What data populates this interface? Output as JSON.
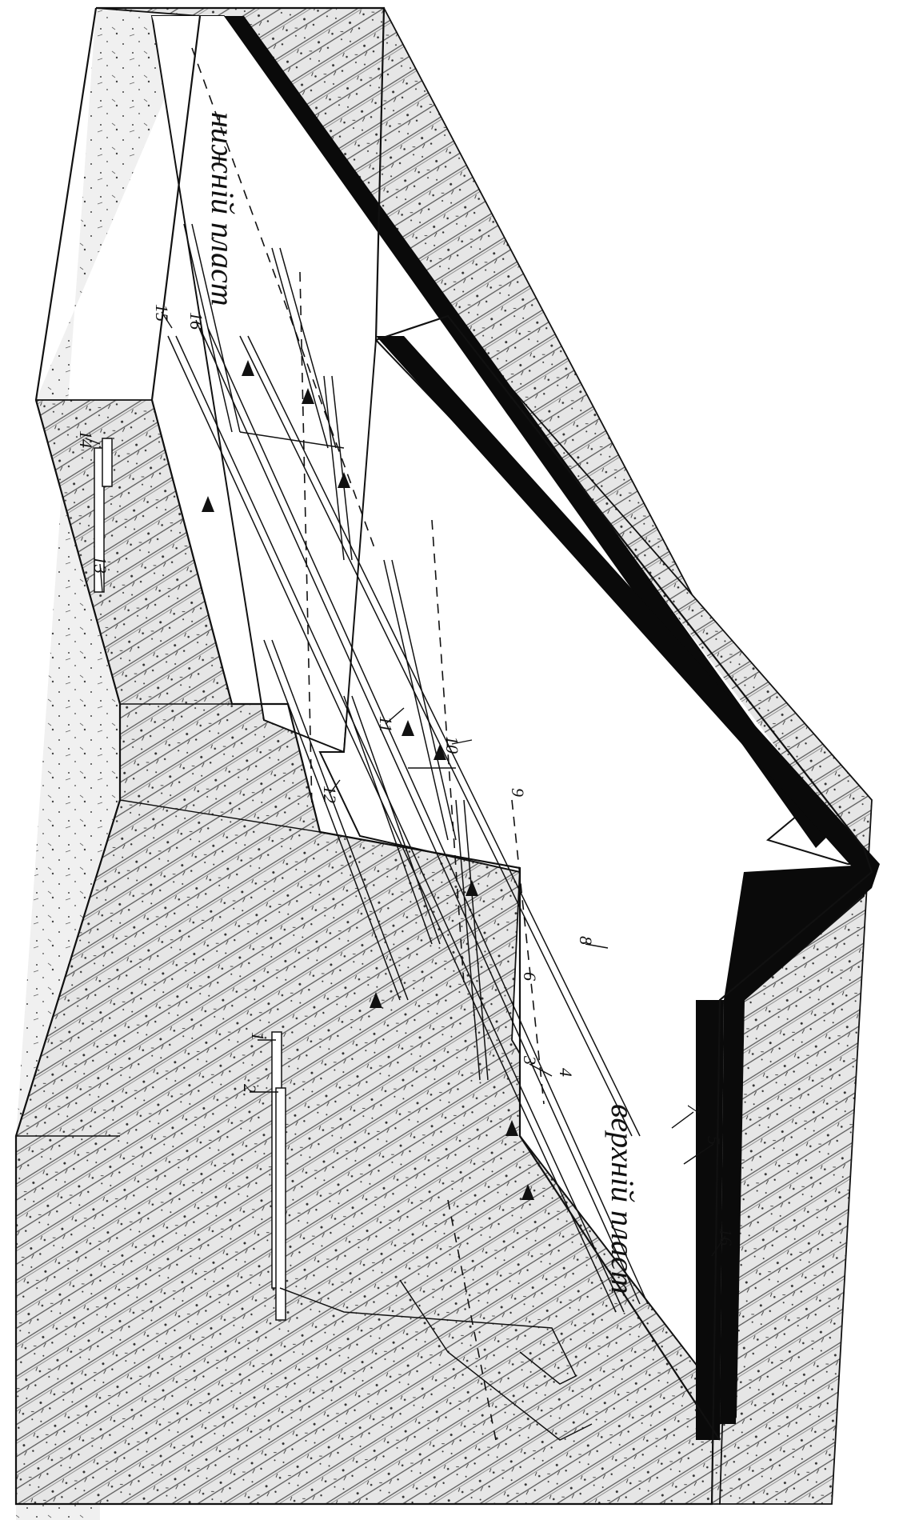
{
  "labels": {
    "seam_lower": "нижній пласт",
    "seam_upper": "верхній пласт",
    "n1": "1",
    "n2": "2",
    "n3": "3",
    "n4": "4",
    "n5": "5",
    "n6": "6",
    "n7": "7",
    "n8": "8",
    "n9": "9",
    "n10": "10",
    "n11": "11",
    "n12": "12",
    "n13": "13",
    "n14": "14",
    "n15": "15",
    "n16a": "16",
    "n16b": "16"
  },
  "colors": {
    "ink": "#111111",
    "paper": "#ffffff",
    "rock": "#dcdcdc",
    "coal": "#0a0a0a"
  }
}
